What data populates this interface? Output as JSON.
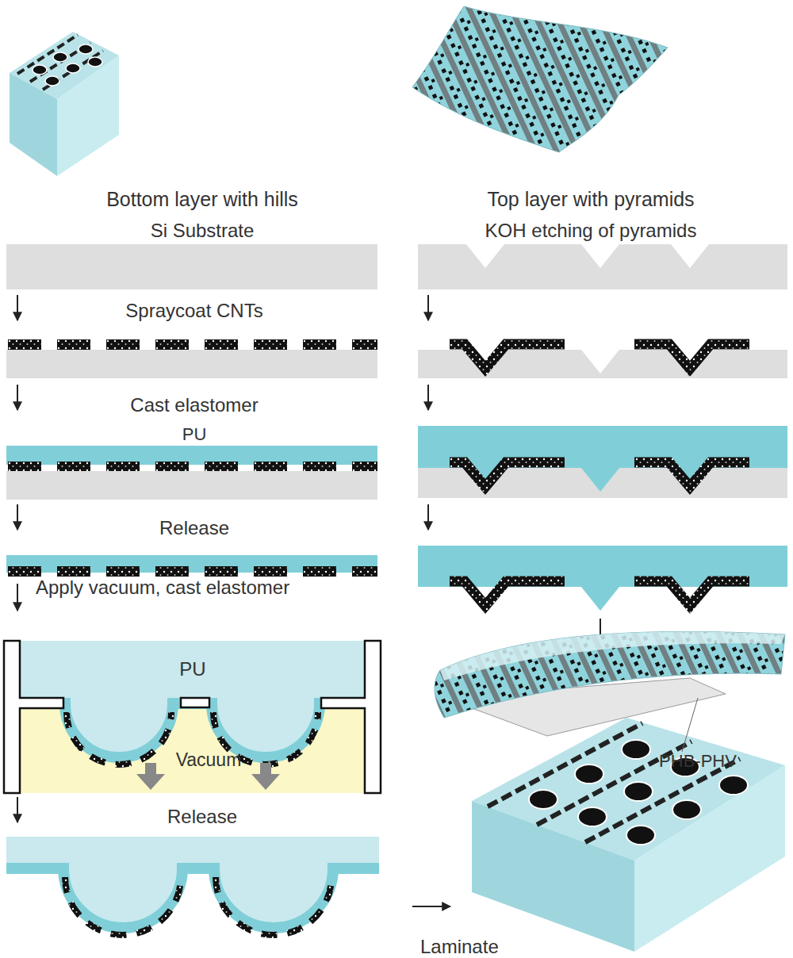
{
  "diagram": {
    "labels": [
      "Bottom layer with hills",
      "Top layer with pyramids",
      "Si Substrate",
      "KOH etching of pyramids",
      "Spraycoat CNTs",
      "Cast elastomer",
      "PU",
      "Release",
      "Apply vacuum, cast elastomer",
      "PU",
      "Vacuum",
      "Release",
      "PHB-PHV",
      "Laminate"
    ]
  }
}
